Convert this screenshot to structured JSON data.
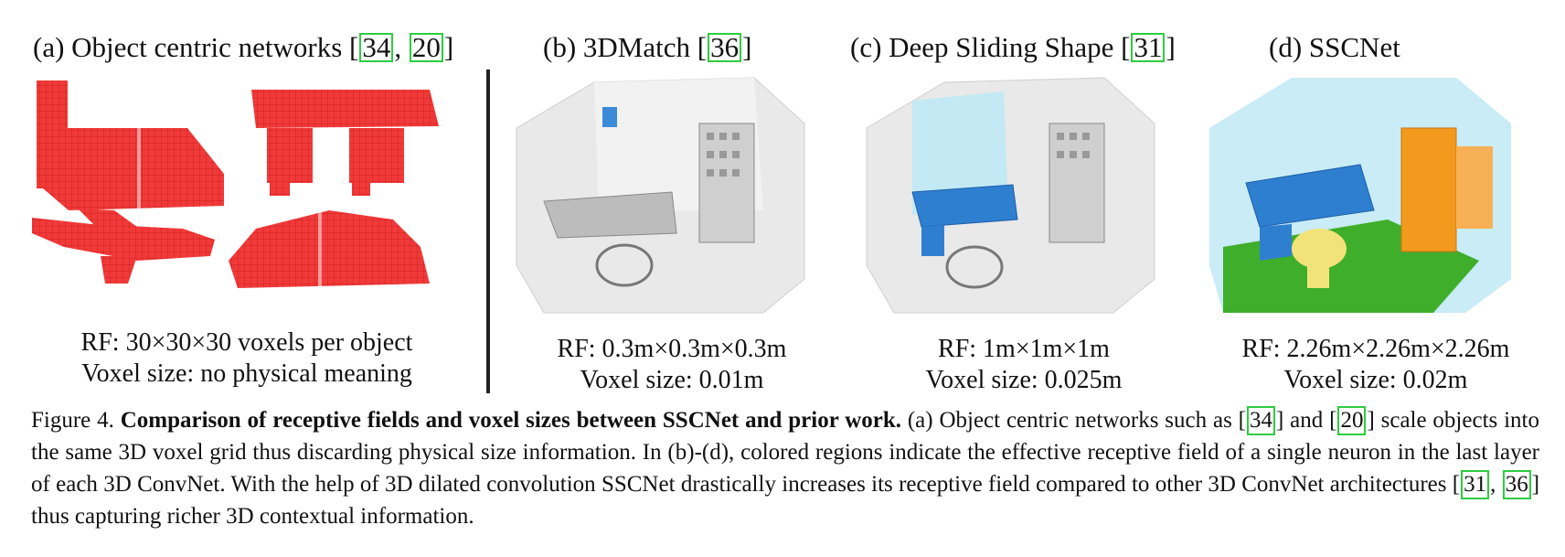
{
  "panels": [
    {
      "prefix": "(a) Object centric networks [",
      "cites": [
        "34",
        "20"
      ],
      "suffix": "]",
      "rf": "RF: 30×30×30 voxels per object",
      "voxel": "Voxel size: no physical meaning"
    },
    {
      "prefix": "(b) 3DMatch [",
      "cites": [
        "36"
      ],
      "suffix": "]",
      "rf": "RF: 0.3m×0.3m×0.3m",
      "voxel": "Voxel size: 0.01m"
    },
    {
      "prefix": "(c) Deep Sliding Shape [",
      "cites": [
        "31"
      ],
      "suffix": "]",
      "rf": "RF: 1m×1m×1m",
      "voxel": "Voxel size: 0.025m"
    },
    {
      "prefix": "(d) SSCNet",
      "cites": [],
      "suffix": "",
      "rf": "RF: 2.26m×2.26m×2.26m",
      "voxel": "Voxel size: 0.02m"
    }
  ],
  "caption": {
    "label": "Figure 4.",
    "bold": "Comparison of receptive fields and voxel sizes between SSCNet and prior work.",
    "t1": "(a) Object centric networks such as [",
    "c1": "34",
    "t2": "] and [",
    "c2": "20",
    "t3": "] scale objects into the same 3D voxel grid thus discarding physical size information. In (b)-(d), colored regions indicate the effective receptive field of a single neuron in the last layer of each 3D ConvNet. With the help of 3D dilated convolution SSCNet drastically increases its receptive field compared to other 3D ConvNet architectures [",
    "c3": "31",
    "t4": ", ",
    "c4": "36",
    "t5": "] thus capturing richer 3D contextual information."
  },
  "colors": {
    "voxel_red": "#f03a3a",
    "cite_box": "#2ecc40",
    "blue": "#2f7fd1",
    "orange": "#f39a1e",
    "green": "#3fae2a",
    "yellow": "#f2e27a",
    "cyan": "#bfe9f5"
  }
}
